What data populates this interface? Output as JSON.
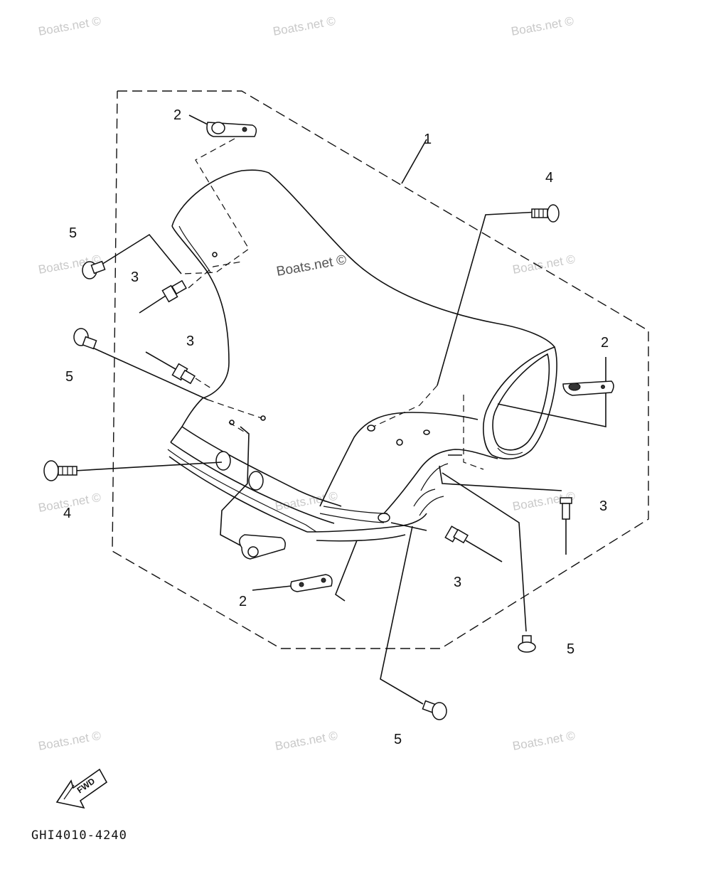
{
  "diagram": {
    "drawing_code": "GHI4010-4240",
    "arrow_label": "FWD",
    "watermark_text": "Boats.net ©",
    "callouts": {
      "c1": "1",
      "c2a": "2",
      "c2b": "2",
      "c2c": "2",
      "c3a": "3",
      "c3b": "3",
      "c3c": "3",
      "c3d": "3",
      "c4a": "4",
      "c4b": "4",
      "c5a": "5",
      "c5b": "5",
      "c5c": "5",
      "c5d": "5"
    }
  }
}
